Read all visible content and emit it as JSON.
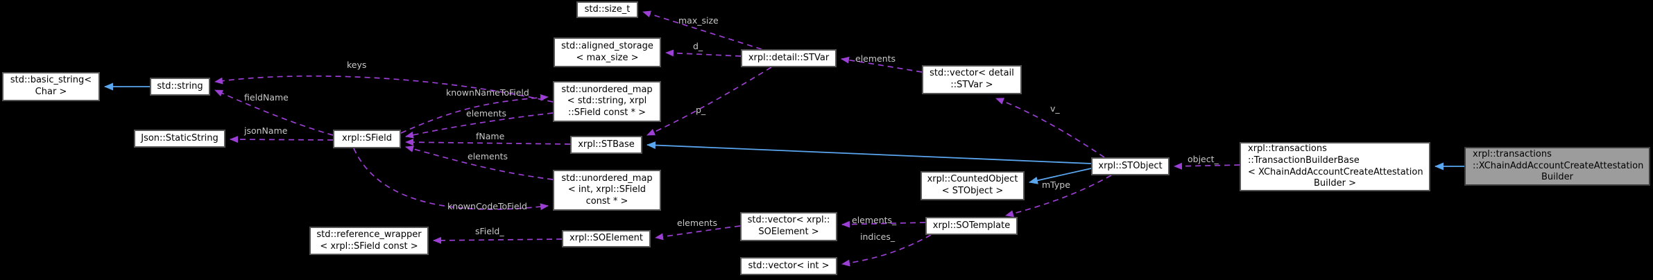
{
  "diagram": {
    "colors": {
      "page_bg": "#000000",
      "node_bg": "#ffffff",
      "node_border": "#555555",
      "highlight_bg": "#9c9c9c",
      "highlight_border": "#3d3d3d",
      "usage_arrow": "#9c3fd4",
      "inheritance_arrow": "#5aa7f0",
      "edge_label": "#c8c8c8"
    },
    "nodes": [
      {
        "id": "basic-string",
        "lines": [
          "std::basic_string<",
          "Char >"
        ]
      },
      {
        "id": "std-string",
        "lines": [
          "std::string"
        ]
      },
      {
        "id": "static-string",
        "lines": [
          "Json::StaticString"
        ]
      },
      {
        "id": "sfield",
        "lines": [
          "xrpl::SField"
        ]
      },
      {
        "id": "size-t",
        "lines": [
          "std::size_t"
        ]
      },
      {
        "id": "aligned-storage",
        "lines": [
          "std::aligned_storage",
          "< max_size >"
        ]
      },
      {
        "id": "map-string",
        "lines": [
          "std::unordered_map",
          "< std::string, xrpl",
          "::SField const * >"
        ]
      },
      {
        "id": "stbase",
        "lines": [
          "xrpl::STBase"
        ]
      },
      {
        "id": "map-int",
        "lines": [
          "std::unordered_map",
          "< int, xrpl::SField",
          "const * >"
        ]
      },
      {
        "id": "ref-wrapper",
        "lines": [
          "std::reference_wrapper",
          "< xrpl::SField const >"
        ]
      },
      {
        "id": "soelement",
        "lines": [
          "xrpl::SOElement"
        ]
      },
      {
        "id": "vec-soelement",
        "lines": [
          "std::vector< xrpl::",
          "SOElement >"
        ]
      },
      {
        "id": "vec-int",
        "lines": [
          "std::vector< int >"
        ]
      },
      {
        "id": "sotemplate",
        "lines": [
          "xrpl::SOTemplate"
        ]
      },
      {
        "id": "counted-object",
        "lines": [
          "xrpl::CountedObject",
          "< STObject >"
        ]
      },
      {
        "id": "stobject",
        "lines": [
          "xrpl::STObject"
        ]
      },
      {
        "id": "stvar",
        "lines": [
          "xrpl::detail::STVar"
        ]
      },
      {
        "id": "vec-stvar",
        "lines": [
          "std::vector< detail",
          "::STVar >"
        ]
      },
      {
        "id": "txn-builder-base",
        "lines": [
          "xrpl::transactions",
          "::TransactionBuilderBase",
          "< XChainAddAccountCreateAttestation",
          "Builder >"
        ]
      },
      {
        "id": "xchain-builder",
        "lines": [
          "xrpl::transactions",
          "::XChainAddAccountCreateAttestation",
          "Builder"
        ],
        "current": true
      }
    ],
    "edges": [
      {
        "id": "string-to-basic-string",
        "kind": "inheritance",
        "label": ""
      },
      {
        "id": "stobject-to-stbase",
        "kind": "inheritance",
        "label": ""
      },
      {
        "id": "stobject-to-counted-object",
        "kind": "inheritance",
        "label": ""
      },
      {
        "id": "xchain-to-txn-builder-base",
        "kind": "inheritance",
        "label": ""
      },
      {
        "id": "keys",
        "kind": "usage",
        "label": "keys"
      },
      {
        "id": "fieldName",
        "kind": "usage",
        "label": "fieldName"
      },
      {
        "id": "jsonName",
        "kind": "usage",
        "label": "jsonName"
      },
      {
        "id": "knownNameToField",
        "kind": "usage",
        "label": "knownNameToField"
      },
      {
        "id": "elements-mapstr",
        "kind": "usage",
        "label": "elements"
      },
      {
        "id": "fName",
        "kind": "usage",
        "label": "fName"
      },
      {
        "id": "elements-mapint",
        "kind": "usage",
        "label": "elements"
      },
      {
        "id": "knownCodeToField",
        "kind": "usage",
        "label": "knownCodeToField"
      },
      {
        "id": "sField",
        "kind": "usage",
        "label": "sField_"
      },
      {
        "id": "max_size",
        "kind": "usage",
        "label": "max_size"
      },
      {
        "id": "d",
        "kind": "usage",
        "label": "d_"
      },
      {
        "id": "p",
        "kind": "usage",
        "label": "p_"
      },
      {
        "id": "elements-vecstvar",
        "kind": "usage",
        "label": "elements"
      },
      {
        "id": "v",
        "kind": "usage",
        "label": "v_"
      },
      {
        "id": "object",
        "kind": "usage",
        "label": "object_"
      },
      {
        "id": "mType",
        "kind": "usage",
        "label": "mType"
      },
      {
        "id": "elements_",
        "kind": "usage",
        "label": "elements_"
      },
      {
        "id": "indices_",
        "kind": "usage",
        "label": "indices_"
      },
      {
        "id": "elements-vecsoe",
        "kind": "usage",
        "label": "elements"
      }
    ]
  }
}
